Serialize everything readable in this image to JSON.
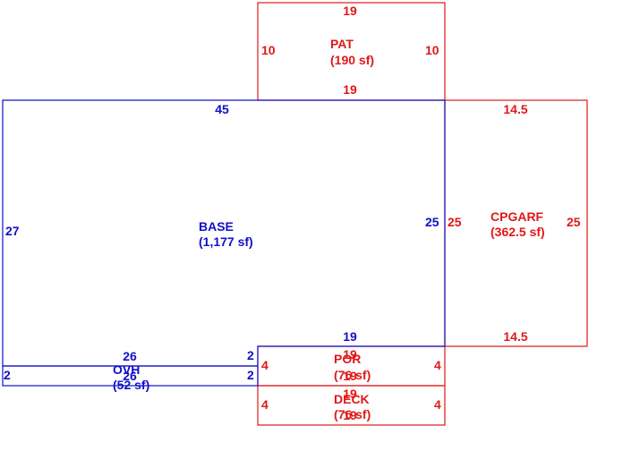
{
  "colors": {
    "base": "#1010c8",
    "addition": "#e01818"
  },
  "areas": {
    "pat": {
      "name": "PAT",
      "area": "(190 sf)",
      "top": "19",
      "bottom": "19",
      "left": "10",
      "right": "10"
    },
    "base": {
      "name": "BASE",
      "area": "(1,177 sf)",
      "top": "45",
      "left": "27",
      "right": "25",
      "bottom_right": "19"
    },
    "cpgarf": {
      "name": "CPGARF",
      "area": "(362.5 sf)",
      "top": "14.5",
      "bottom": "14.5",
      "left": "25",
      "right": "25"
    },
    "ovh": {
      "name": "OVH",
      "area": "(52 sf)",
      "top": "26",
      "bottom": "26",
      "left": "2",
      "right_top": "2",
      "right_bottom": "2"
    },
    "por": {
      "name": "POR",
      "area": "(76 sf)",
      "top": "19",
      "bottom": "19",
      "left": "4",
      "right": "4"
    },
    "deck": {
      "name": "DECK",
      "area": "(76 sf)",
      "top": "19",
      "bottom": "19",
      "left": "4",
      "right": "4"
    }
  }
}
